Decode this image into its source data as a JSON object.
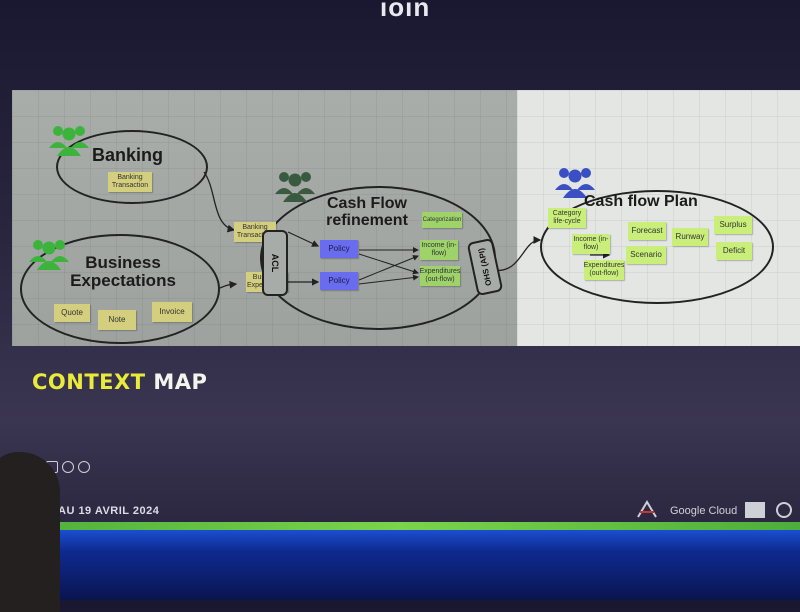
{
  "header": {
    "title": "ioin"
  },
  "slide": {
    "contexts": [
      {
        "id": "banking",
        "title": "Banking",
        "items": [
          "Banking Transaction"
        ]
      },
      {
        "id": "business-expectations",
        "title": "Business Expectations",
        "items": [
          "Quote",
          "Note",
          "Invoice"
        ]
      },
      {
        "id": "cash-flow-refinement",
        "title": "Cash Flow refinement",
        "items": [
          "Categorization",
          "Policy",
          "Policy",
          "Income (in-flow)",
          "Expenditures (out-flow)"
        ],
        "inbound": [
          "Banking Transaction",
          "Business Expectations"
        ],
        "acl_label": "ACL",
        "ohs_label": "OHS (API)"
      },
      {
        "id": "cash-flow-plan",
        "title": "Cash flow Plan",
        "items": [
          "Category life-cycle",
          "Income (in-flow)",
          "Expenditures (out-flow)",
          "Forecast",
          "Scenario",
          "Runway",
          "Surplus",
          "Deficit"
        ]
      }
    ],
    "heading_part1": "CONTEXT",
    "heading_part2": "MAP"
  },
  "footer": {
    "dates": "AU 19 AVRIL 2024",
    "sponsor": "Google Cloud"
  },
  "colors": {
    "people_icon": "#3cb43c",
    "people_icon_plan": "#3a4fc4",
    "sticky_yellow": "#d4cf7e",
    "sticky_green": "#9ed36a",
    "policy_blue": "#6a6cf0",
    "accent_yellow": "#e9ea3a"
  }
}
